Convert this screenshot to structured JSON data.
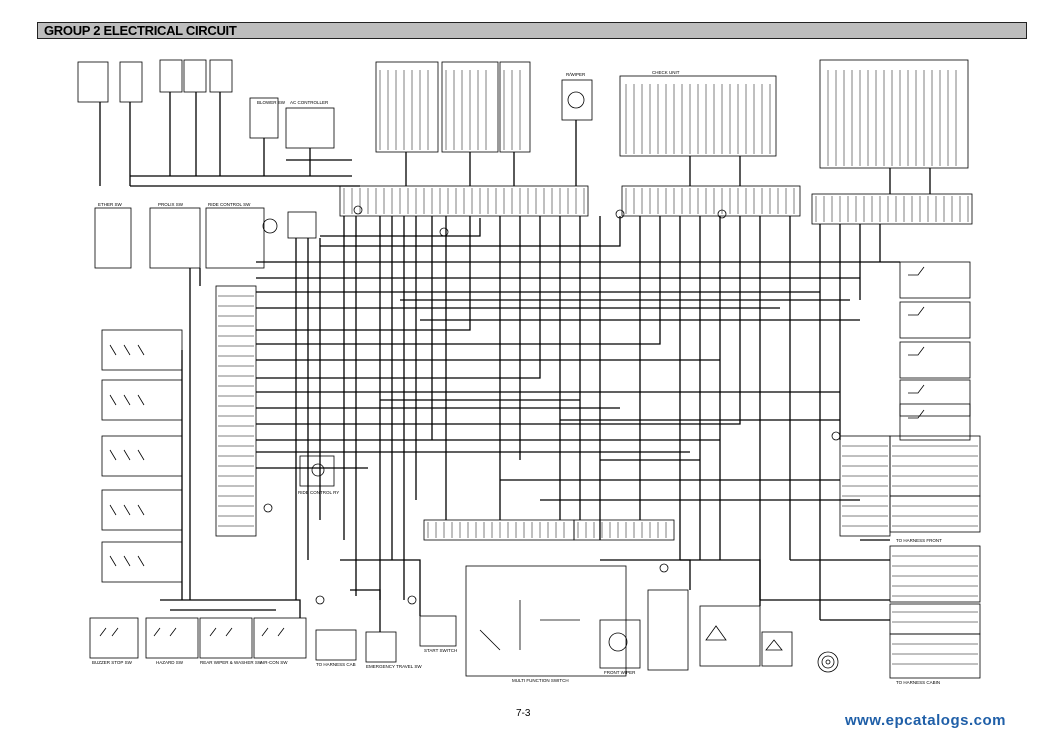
{
  "header": {
    "title": "GROUP 2 ELECTRICAL CIRCUIT"
  },
  "footer": {
    "page_number": "7-3",
    "watermark": "www.epcatalogs.com"
  },
  "labels": {
    "blower_sw": "BLOWER SW",
    "ac_controller": "AC CONTROLLER",
    "rs_wiper": "R/WIPER",
    "check_unit": "CHECK UNIT",
    "ether_sw": "ETHER SW",
    "prolix_sw": "PROLIX SW",
    "ride_control_sw": "RIDE CONTROL SW",
    "ride_control_ry": "RIDE CONTROL RY",
    "buzzer_stop_sw": "BUZZER STOP SW",
    "hazard_sw": "HAZARD SW",
    "rear_wiper_washer_sw": "REAR WIPER & WASHER SW",
    "aircon_sw": "AIR-CON SW",
    "to_harness_cab": "TO HARNESS CAB",
    "emergency_travel_sw": "EMERGENCY TRAVEL SW",
    "start_switch": "START SWITCH",
    "multi_function_switch": "MULTI FUNCTION SWITCH",
    "front_wiper": "FRONT WIPER",
    "to_harness_front": "TO HARNESS FRONT",
    "to_harness_cabin": "TO HARNESS CABIN"
  },
  "colors": {
    "ink": "#000000",
    "header_fill": "#bdbdbd",
    "watermark": "#1f5fa8"
  }
}
